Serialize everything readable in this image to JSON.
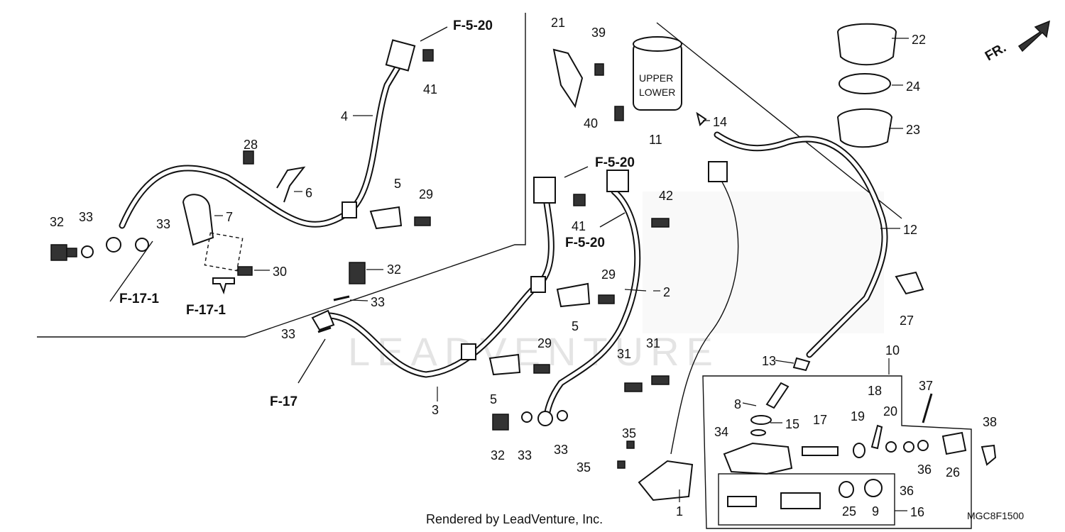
{
  "diagram": {
    "part_numbers": [
      "1",
      "2",
      "3",
      "4",
      "5",
      "5",
      "5",
      "6",
      "7",
      "8",
      "9",
      "10",
      "11",
      "12",
      "13",
      "14",
      "15",
      "16",
      "17",
      "18",
      "19",
      "20",
      "21",
      "22",
      "23",
      "24",
      "25",
      "26",
      "27",
      "28",
      "29",
      "29",
      "29",
      "30",
      "31",
      "31",
      "32",
      "32",
      "32",
      "33",
      "33",
      "33",
      "33",
      "33",
      "33",
      "34",
      "35",
      "35",
      "36",
      "36",
      "37",
      "38",
      "39",
      "40",
      "41",
      "41",
      "42"
    ],
    "references": {
      "f5_20_top": "F-5-20",
      "f5_20_mid": "F-5-20",
      "f5_20_low": "F-5-20",
      "f17_1_left": "F-17-1",
      "f17_1_right": "F-17-1",
      "f17": "F-17"
    },
    "direction": "FR.",
    "reservoir_text": {
      "upper": "UPPER",
      "lower": "LOWER"
    },
    "watermark": "LEADVENTURE",
    "footer": "Rendered by LeadVenture, Inc.",
    "code": "MGC8F1500"
  }
}
